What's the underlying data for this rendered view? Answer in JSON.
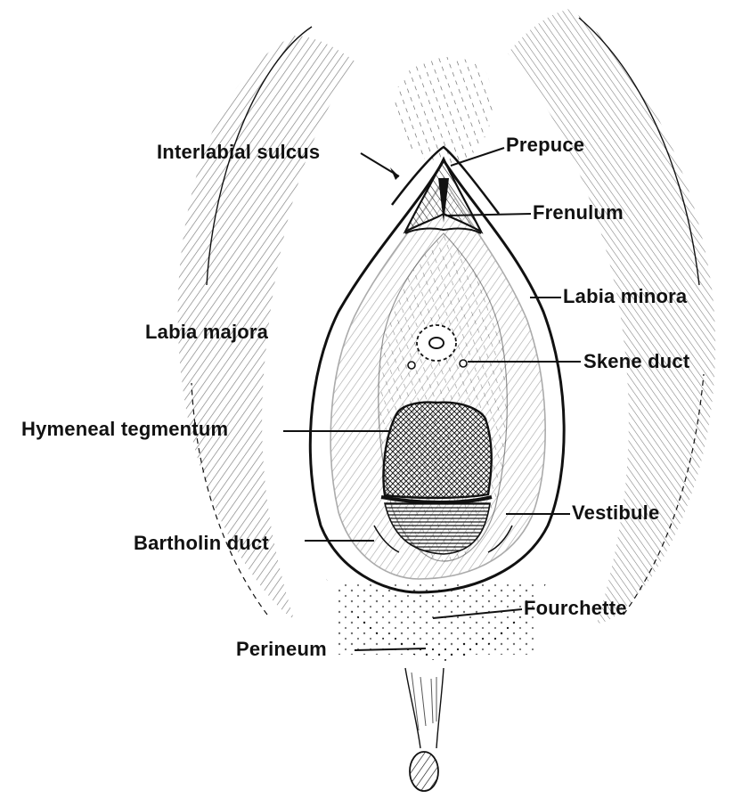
{
  "labels": {
    "interlabial_sulcus": "Interlabial sulcus",
    "prepuce": "Prepuce",
    "frenulum": "Frenulum",
    "labia_minora": "Labia minora",
    "labia_majora": "Labia majora",
    "skene_duct": "Skene duct",
    "hymeneal_tegmentum": "Hymeneal tegmentum",
    "vestibule": "Vestibule",
    "bartholin_duct": "Bartholin duct",
    "fourchette": "Fourchette",
    "perineum": "Perineum"
  },
  "colors": {
    "ink": "#111111",
    "background": "#ffffff"
  }
}
